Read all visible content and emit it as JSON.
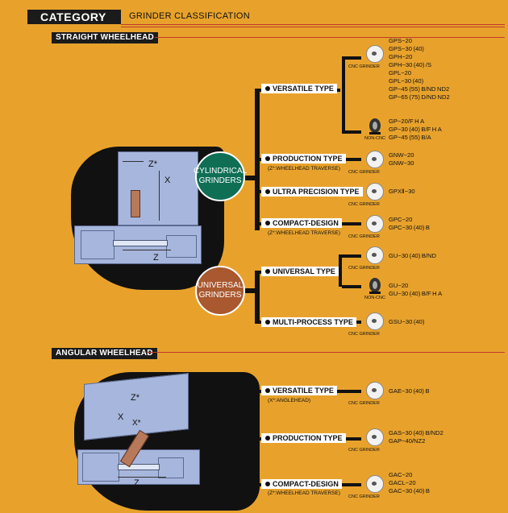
{
  "header": {
    "category": "CATEGORY",
    "subtitle": "GRINDER CLASSIFICATION"
  },
  "sections": {
    "straight": "STRAIGHT WHEELHEAD",
    "angular": "ANGULAR WHEELHEAD"
  },
  "badges": {
    "cylindrical": [
      "CYLINDRICAL",
      "GRINDERS"
    ],
    "universal": [
      "UNIVERSAL",
      "GRINDERS"
    ]
  },
  "types": {
    "versatile": "VERSATILE TYPE",
    "production": "PRODUCTION TYPE",
    "production_note": "(Z*:WHEELHEAD TRAVERSE)",
    "ultra": "ULTRA PRECISION TYPE",
    "compact": "COMPACT-DESIGN",
    "compact_note": "(Z*:WHEELHEAD TRAVERSE)",
    "universal": "UNIVERSAL TYPE",
    "multi": "MULTI-PROCESS TYPE",
    "a_versatile": "VERSATILE TYPE",
    "a_versatile_note": "(X*:ANGLEHEAD)",
    "a_production": "PRODUCTION TYPE",
    "a_compact": "COMPACT-DESIGN",
    "a_compact_note": "(Z*:WHEELHEAD TRAVERSE)"
  },
  "labels": {
    "cnc": "CNC GRINDER",
    "noncnc": "NON-CNC"
  },
  "models": {
    "versatile_cnc": [
      "GPS−20",
      "GPS−30 (40)",
      "GPH−20",
      "GPH−30 (40) /S",
      "GPL−20",
      "GPL−30 (40)",
      "GP−45 (55) B/ND ND2",
      "GP−65 (75) D/ND ND2"
    ],
    "versatile_noncnc": [
      "GP−20/F H A",
      "GP−30 (40) B/F H A",
      "GP−45 (55) B/A"
    ],
    "production": [
      "GNW−20",
      "GNW−30"
    ],
    "ultra": [
      "GPXⅡ−30"
    ],
    "compact": [
      "GPC−20",
      "GPC−30 (40) B"
    ],
    "universal_cnc": [
      "GU−30 (40) B/ND"
    ],
    "universal_noncnc": [
      "GU−20",
      "GU−30 (40) B/F H A"
    ],
    "multi": [
      "GSU−30 (40)"
    ],
    "a_versatile": [
      "GAE−30 (40) B"
    ],
    "a_production": [
      "GAS−30 (40) B/ND2",
      "GAP−40/NZ2"
    ],
    "a_compact": [
      "GAC−20",
      "GACL−20",
      "GAC−30 (40) B"
    ]
  },
  "axes": {
    "z_star": "Z*",
    "x": "X",
    "z": "Z",
    "x_star": "X*"
  }
}
